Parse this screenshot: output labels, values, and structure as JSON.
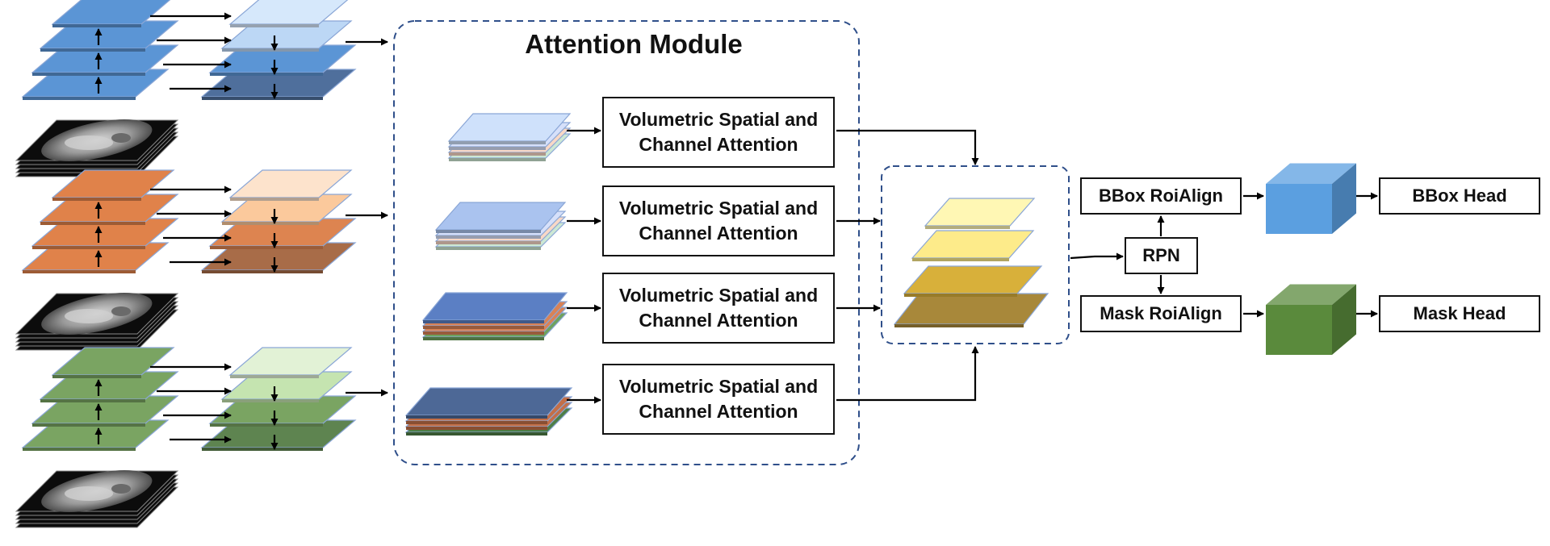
{
  "attention_module": {
    "title": "Attention Module"
  },
  "vsca_blocks": [
    {
      "line1": "Volumetric Spatial and",
      "line2": "Channel Attention"
    },
    {
      "line1": "Volumetric Spatial and",
      "line2": "Channel Attention"
    },
    {
      "line1": "Volumetric Spatial and",
      "line2": "Channel Attention"
    },
    {
      "line1": "Volumetric Spatial and",
      "line2": "Channel Attention"
    }
  ],
  "detection": {
    "rpn": "RPN",
    "bbox_roialign": "BBox RoiAlign",
    "mask_roialign": "Mask RoiAlign",
    "bbox_head": "BBox Head",
    "mask_head": "Mask Head"
  },
  "colors": {
    "blue_pyramid": [
      "#5b95d5",
      "#5b95d5",
      "#5b95d5",
      "#5b95d5"
    ],
    "blue_topdown": [
      "#d6e8fb",
      "#bcd7f5",
      "#5b95d5",
      "#4f6f9c"
    ],
    "orange_pyramid": [
      "#e0824a",
      "#e0824a",
      "#e0824a",
      "#e0824a"
    ],
    "orange_topdown": [
      "#fde3cc",
      "#fbc99c",
      "#dd8450",
      "#a86c48"
    ],
    "green_pyramid": [
      "#7aa462",
      "#7aa462",
      "#7aa462",
      "#7aa462"
    ],
    "green_topdown": [
      "#e2f2d6",
      "#c5e4b0",
      "#7aa462",
      "#5e8450"
    ],
    "fused_stack": [
      "#fff7b4",
      "#fdeb8a",
      "#d8b03a",
      "#a8883a"
    ],
    "bbox_cube": "#5b9fe0",
    "mask_cube": "#5a8a3c",
    "dashed_border": "#2f4f8a"
  },
  "icons": [
    "ct-slice-stack",
    "feature-map-layer",
    "arrow-right",
    "arrow-up",
    "arrow-down",
    "3d-cube"
  ]
}
